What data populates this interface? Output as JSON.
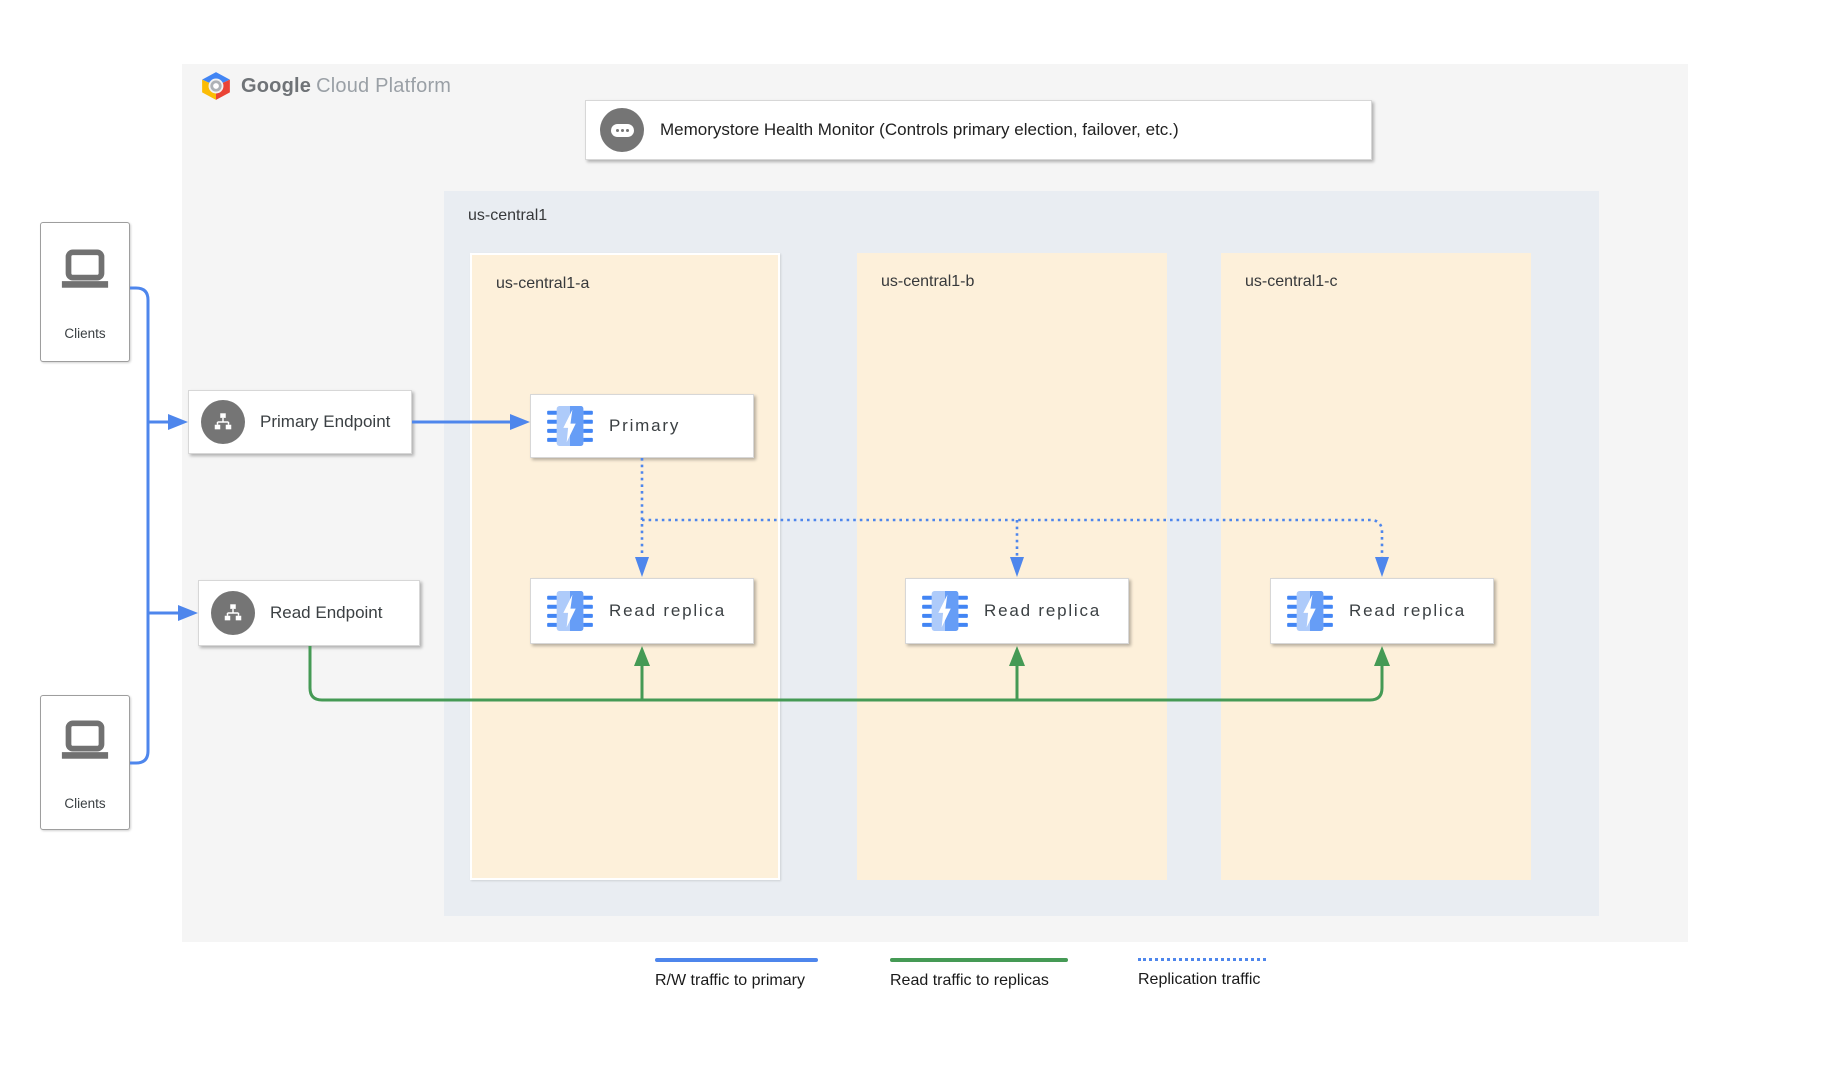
{
  "logo": {
    "part1": "Google",
    "part2": "Cloud Platform"
  },
  "health_monitor": {
    "label": "Memorystore Health Monitor (Controls primary election, failover, etc.)"
  },
  "region": {
    "label": "us-central1",
    "zones": [
      "us-central1-a",
      "us-central1-b",
      "us-central1-c"
    ]
  },
  "nodes": {
    "primary": "Primary",
    "replicas": [
      "Read replica",
      "Read replica",
      "Read replica"
    ]
  },
  "endpoints": {
    "primary": "Primary Endpoint",
    "read": "Read Endpoint"
  },
  "clients": [
    "Clients",
    "Clients"
  ],
  "legend": [
    {
      "label": "R/W traffic to primary",
      "style": "solid",
      "color": "#4e86ec"
    },
    {
      "label": "Read traffic to replicas",
      "style": "solid",
      "color": "#459a55"
    },
    {
      "label": "Replication traffic",
      "style": "dotted",
      "color": "#4e86ec"
    }
  ],
  "colors": {
    "rw_traffic": "#4e86ec",
    "read_traffic": "#459a55",
    "replication_traffic": "#4e86ec",
    "panel_bg": "#f5f5f5",
    "region_bg": "#e9edf2",
    "zone_bg": "#fdf0da",
    "icon_blue": "#4285f4",
    "icon_blue_light": "#aecbfa",
    "icon_gray": "#757575"
  }
}
